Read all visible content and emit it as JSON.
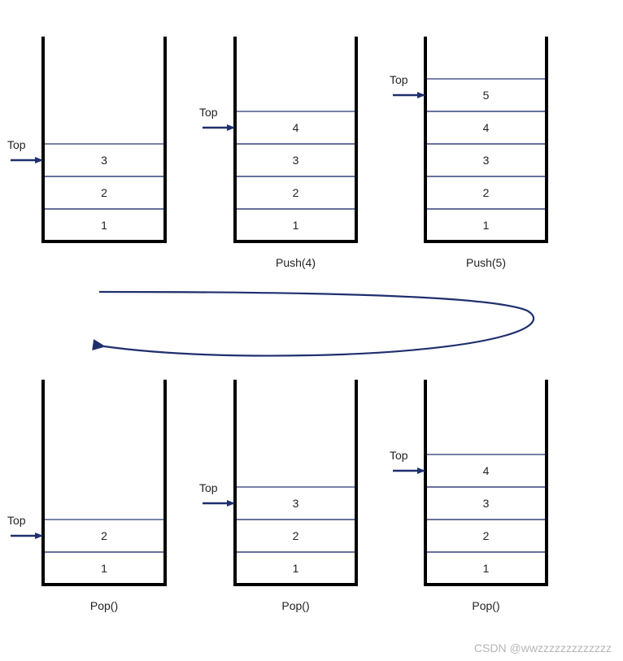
{
  "colors": {
    "line": "#1f2f6e",
    "wall": "#000000",
    "text": "#222222"
  },
  "pointer_label": "Top",
  "stacks": [
    {
      "id": "s1",
      "cells": [
        "1",
        "2",
        "3"
      ],
      "caption": ""
    },
    {
      "id": "s2",
      "cells": [
        "1",
        "2",
        "3",
        "4"
      ],
      "caption": "Push(4)"
    },
    {
      "id": "s3",
      "cells": [
        "1",
        "2",
        "3",
        "4",
        "5"
      ],
      "caption": "Push(5)"
    },
    {
      "id": "s4",
      "cells": [
        "1",
        "2"
      ],
      "caption": "Pop()"
    },
    {
      "id": "s5",
      "cells": [
        "1",
        "2",
        "3"
      ],
      "caption": "Pop()"
    },
    {
      "id": "s6",
      "cells": [
        "1",
        "2",
        "3",
        "4"
      ],
      "caption": "Pop()"
    }
  ],
  "watermark": "CSDN @wwzzzzzzzzzzzzz"
}
